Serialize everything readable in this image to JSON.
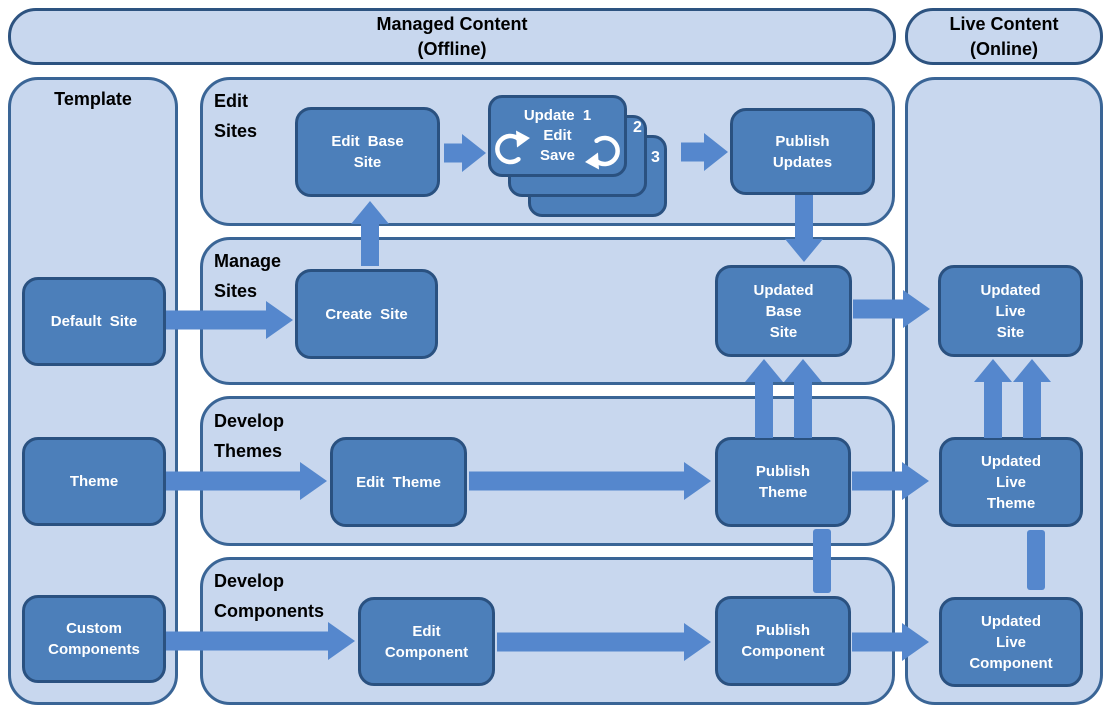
{
  "palette": {
    "container_fill": "#c8d7ee",
    "container_border": "#3a6596",
    "box_fill": "#4c7fba",
    "box_border": "#2a5180",
    "arrow": "#5587cd",
    "label_text": "#000000",
    "box_text": "#ffffff"
  },
  "headers": {
    "managed_line1": "Managed Content",
    "managed_line2": "(Offline)",
    "live_line1": "Live Content",
    "live_line2": "(Online)"
  },
  "sections": {
    "template_label": "Template",
    "edit_sites_line1": "Edit",
    "edit_sites_line2": "Sites",
    "manage_sites_line1": "Manage",
    "manage_sites_line2": "Sites",
    "develop_themes_line1": "Develop",
    "develop_themes_line2": "Themes",
    "develop_components_line1": "Develop",
    "develop_components_line2": "Components"
  },
  "boxes": {
    "default_site": {
      "line1": "Default Site"
    },
    "theme": {
      "line1": "Theme"
    },
    "custom_components": {
      "line1": "Custom",
      "line2": "Components"
    },
    "edit_base_site": {
      "line1": "Edit Base",
      "line2": "Site"
    },
    "create_site": {
      "line1": "Create Site"
    },
    "update_stack": {
      "title": "Update 1",
      "line_edit": "Edit",
      "line_save": "Save",
      "badge2": "2",
      "badge3": "3"
    },
    "publish_updates": {
      "line1": "Publish",
      "line2": "Updates"
    },
    "updated_base_site": {
      "line1": "Updated",
      "line2": "Base",
      "line3": "Site"
    },
    "edit_theme": {
      "line1": "Edit Theme"
    },
    "publish_theme": {
      "line1": "Publish",
      "line2": "Theme"
    },
    "edit_component": {
      "line1": "Edit",
      "line2": "Component"
    },
    "publish_component": {
      "line1": "Publish",
      "line2": "Component"
    },
    "updated_live_site": {
      "line1": "Updated",
      "line2": "Live",
      "line3": "Site"
    },
    "updated_live_theme": {
      "line1": "Updated",
      "line2": "Live",
      "line3": "Theme"
    },
    "updated_live_component": {
      "line1": "Updated",
      "line2": "Live",
      "line3": "Component"
    }
  },
  "icons": {
    "cycle_left": "curved-cycle-arrow-up",
    "cycle_right": "curved-cycle-arrow-down"
  },
  "edges": [
    {
      "from": "Default Site",
      "to": "Create Site",
      "style": "arrow-right"
    },
    {
      "from": "Create Site",
      "to": "Edit Base Site",
      "style": "arrow-up"
    },
    {
      "from": "Edit Base Site",
      "to": "Update 1 Edit/Save",
      "style": "arrow-right"
    },
    {
      "from": "Update 1 Edit/Save",
      "to": "Publish Updates",
      "style": "arrow-right"
    },
    {
      "from": "Publish Updates",
      "to": "Updated Base Site",
      "style": "arrow-down"
    },
    {
      "from": "Updated Base Site",
      "to": "Updated Live Site",
      "style": "arrow-right"
    },
    {
      "from": "Theme",
      "to": "Edit Theme",
      "style": "arrow-right"
    },
    {
      "from": "Edit Theme",
      "to": "Publish Theme",
      "style": "arrow-right"
    },
    {
      "from": "Publish Theme",
      "to": "Updated Base Site",
      "style": "double-arrow-up"
    },
    {
      "from": "Publish Theme",
      "to": "Updated Live Theme",
      "style": "arrow-right"
    },
    {
      "from": "Updated Live Theme",
      "to": "Updated Live Site",
      "style": "double-arrow-up"
    },
    {
      "from": "Custom Components",
      "to": "Edit Component",
      "style": "arrow-right"
    },
    {
      "from": "Edit Component",
      "to": "Publish Component",
      "style": "arrow-right"
    },
    {
      "from": "Publish Component",
      "to": "Updated Live Component",
      "style": "arrow-right"
    },
    {
      "from": "Publish Theme",
      "to": "Publish Component",
      "style": "connector-bar"
    },
    {
      "from": "Updated Live Theme",
      "to": "Updated Live Component",
      "style": "connector-bar"
    }
  ]
}
